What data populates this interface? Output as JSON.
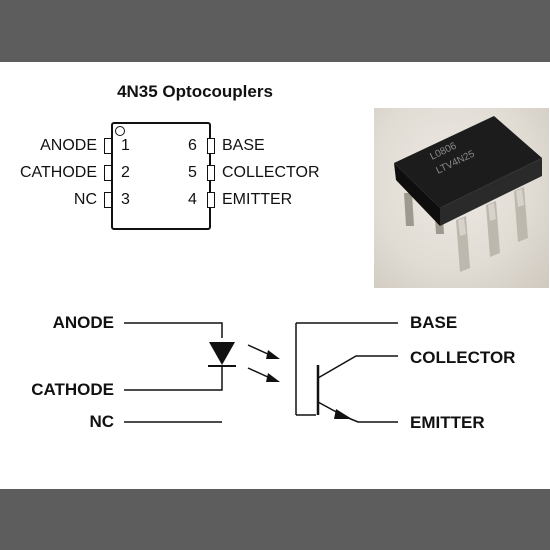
{
  "title": "4N35 Optocouplers",
  "pinout": {
    "left": [
      {
        "num": "1",
        "label": "ANODE"
      },
      {
        "num": "2",
        "label": "CATHODE"
      },
      {
        "num": "3",
        "label": "NC"
      }
    ],
    "right": [
      {
        "num": "6",
        "label": "BASE"
      },
      {
        "num": "5",
        "label": "COLLECTOR"
      },
      {
        "num": "4",
        "label": "EMITTER"
      }
    ]
  },
  "schematic": {
    "left": [
      "ANODE",
      "CATHODE",
      "NC"
    ],
    "right": [
      "BASE",
      "COLLECTOR",
      "EMITTER"
    ]
  },
  "colors": {
    "band": "#5d5d5d",
    "ink": "#111111",
    "chip": "#1a1a1a",
    "pin_metal": "#b9b4ab"
  },
  "icons": [
    "diode-symbol",
    "light-arrows",
    "phototransistor-symbol",
    "chip-photo"
  ]
}
